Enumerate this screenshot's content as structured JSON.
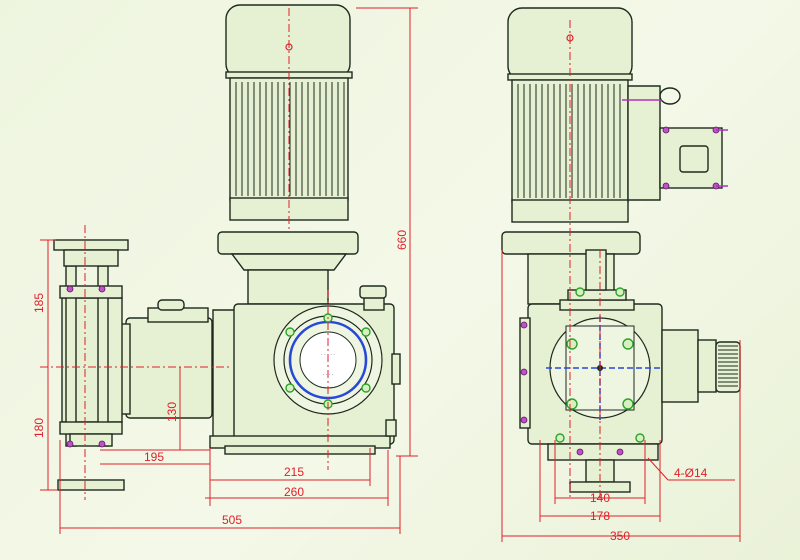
{
  "dimensions": {
    "height_total": "660",
    "flange_upper": "185",
    "flange_lower": "180",
    "inlet_height": "130",
    "inlet_offset": "195",
    "base_215": "215",
    "base_260": "260",
    "overall_505": "505",
    "bolt_spacing_140": "140",
    "base_width_178": "178",
    "overall_width_350": "350",
    "bolt_holes": "4-Ø14"
  },
  "colors": {
    "dimension_line": "#e0202a",
    "outline": "#1f2a1f",
    "body_fill": "#e6f0d2",
    "accent_blue": "#2848d8",
    "accent_green": "#2aa52a",
    "accent_violet": "#c050c8",
    "background": "#eef5df"
  }
}
